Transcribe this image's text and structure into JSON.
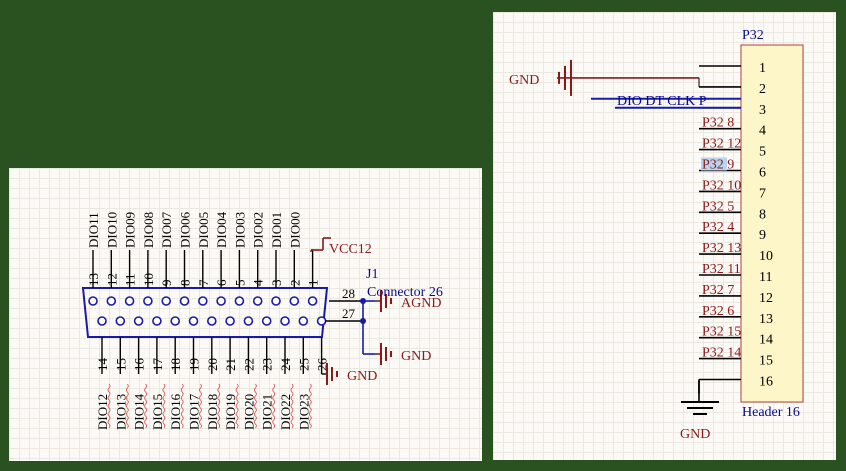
{
  "colors": {
    "pin_line": "#000000",
    "wire": "#1a1aa8",
    "power": "#8a1a1a",
    "designator": "#0a0a8a",
    "body_fill": "#fdf6c8",
    "body_stroke": "#b04040",
    "highlight": "#b9d4ee"
  },
  "connector_j1": {
    "designator": "J1",
    "comment": "Connector 26",
    "top_pins": [
      {
        "num": "13",
        "net": "DIO11"
      },
      {
        "num": "12",
        "net": "DIO10"
      },
      {
        "num": "11",
        "net": "DIO09"
      },
      {
        "num": "10",
        "net": "DIO08"
      },
      {
        "num": "9",
        "net": "DIO07"
      },
      {
        "num": "8",
        "net": "DIO06"
      },
      {
        "num": "7",
        "net": "DIO05"
      },
      {
        "num": "6",
        "net": "DIO04"
      },
      {
        "num": "5",
        "net": "DIO03"
      },
      {
        "num": "4",
        "net": "DIO02"
      },
      {
        "num": "3",
        "net": "DIO01"
      },
      {
        "num": "2",
        "net": "DIO00"
      },
      {
        "num": "1",
        "net": ""
      }
    ],
    "bottom_pins": [
      {
        "num": "14",
        "net": "DIO12"
      },
      {
        "num": "15",
        "net": "DIO13"
      },
      {
        "num": "16",
        "net": "DIO14"
      },
      {
        "num": "17",
        "net": "DIO15"
      },
      {
        "num": "18",
        "net": "DIO16"
      },
      {
        "num": "19",
        "net": "DIO17"
      },
      {
        "num": "20",
        "net": "DIO18"
      },
      {
        "num": "21",
        "net": "DIO19"
      },
      {
        "num": "22",
        "net": "DIO20"
      },
      {
        "num": "23",
        "net": "DIO21"
      },
      {
        "num": "24",
        "net": "DIO22"
      },
      {
        "num": "25",
        "net": "DIO23"
      },
      {
        "num": "26",
        "net": ""
      }
    ],
    "side_pins": [
      "28",
      "27"
    ],
    "power_labels": {
      "vcc": "VCC12",
      "agnd": "AGND",
      "gnd_right": "GND",
      "gnd_bottom": "GND"
    }
  },
  "header_p32": {
    "designator": "P32",
    "comment": "Header 16",
    "gnd_top": "GND",
    "gnd_bottom": "GND",
    "pins": [
      {
        "num": "1",
        "net": ""
      },
      {
        "num": "2",
        "net": ""
      },
      {
        "num": "3",
        "net": "DIO DT CLK P"
      },
      {
        "num": "4",
        "net": "P32 8"
      },
      {
        "num": "5",
        "net": "P32 12"
      },
      {
        "num": "6",
        "net": "P32 9"
      },
      {
        "num": "7",
        "net": "P32 10"
      },
      {
        "num": "8",
        "net": "P32 5"
      },
      {
        "num": "9",
        "net": "P32 4"
      },
      {
        "num": "10",
        "net": "P32 13"
      },
      {
        "num": "11",
        "net": "P32 11"
      },
      {
        "num": "12",
        "net": "P32 7"
      },
      {
        "num": "13",
        "net": "P32 6"
      },
      {
        "num": "14",
        "net": "P32 15"
      },
      {
        "num": "15",
        "net": "P32 14"
      },
      {
        "num": "16",
        "net": ""
      }
    ]
  }
}
